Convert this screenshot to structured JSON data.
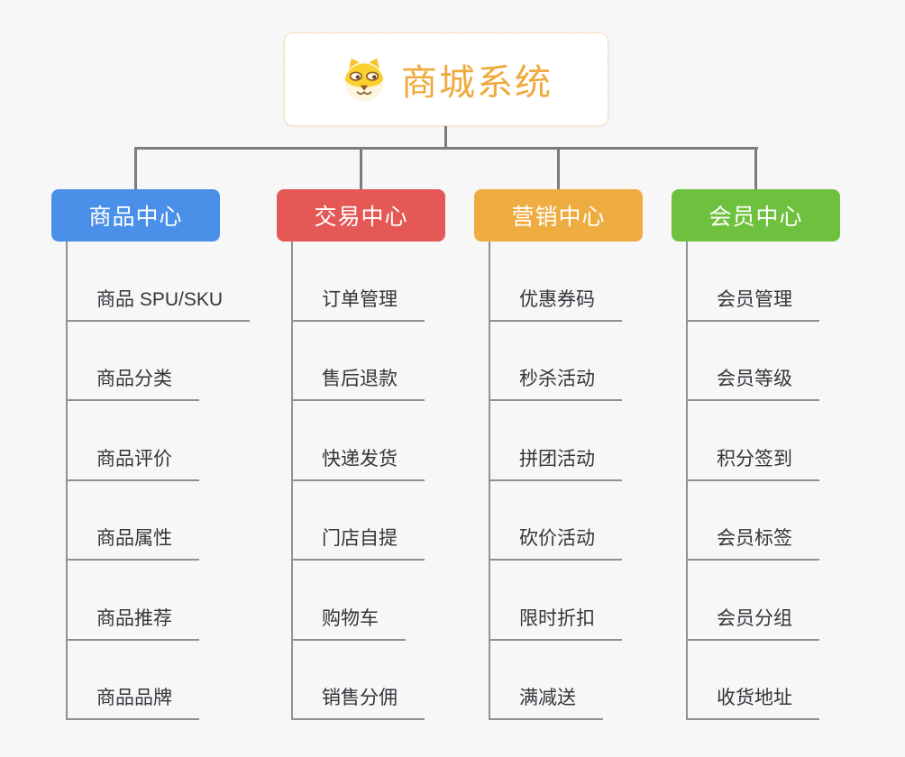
{
  "canvas": {
    "background_color": "#f7f7f7",
    "connector_color": "#7c7c7c",
    "line_color": "#8f8f8f"
  },
  "root": {
    "label": "商城系统",
    "icon": "dog-face-icon",
    "text_color": "#f0a93c",
    "border_color": "#f0bd6d",
    "background_color": "#ffffff"
  },
  "branches": [
    {
      "label": "商品中心",
      "color": "#4a90e8",
      "children": [
        "商品 SPU/SKU",
        "商品分类",
        "商品评价",
        "商品属性",
        "商品推荐",
        "商品品牌"
      ]
    },
    {
      "label": "交易中心",
      "color": "#e45956",
      "children": [
        "订单管理",
        "售后退款",
        "快递发货",
        "门店自提",
        "购物车",
        "销售分佣"
      ]
    },
    {
      "label": "营销中心",
      "color": "#efac41",
      "children": [
        "优惠券码",
        "秒杀活动",
        "拼团活动",
        "砍价活动",
        "限时折扣",
        "满减送"
      ]
    },
    {
      "label": "会员中心",
      "color": "#6ec13e",
      "children": [
        "会员管理",
        "会员等级",
        "积分签到",
        "会员标签",
        "会员分组",
        "收货地址"
      ]
    }
  ]
}
